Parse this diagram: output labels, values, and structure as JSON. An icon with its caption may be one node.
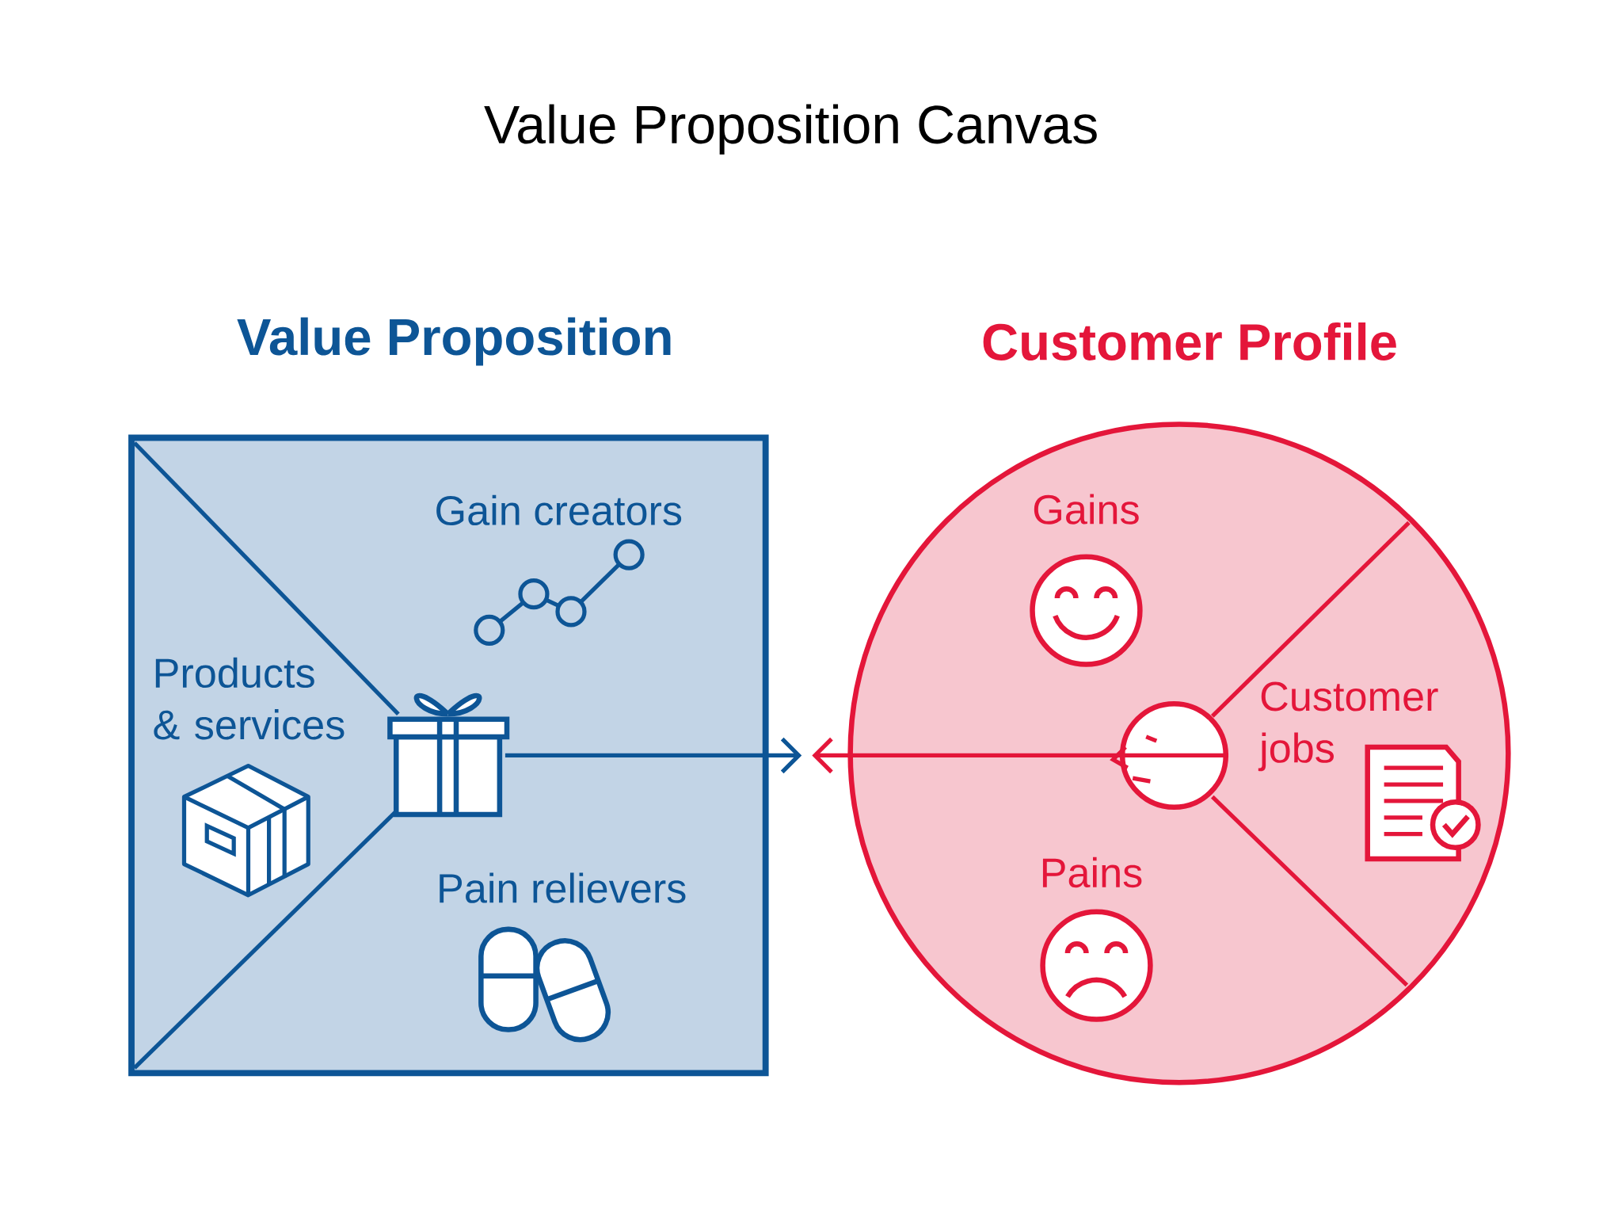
{
  "diagram": {
    "title": "Value Proposition Canvas",
    "nodes": [
      {
        "text": [
          "Value Proposition"
        ]
      },
      {
        "text": [
          "Gain creators"
        ],
        "in": 0
      },
      {
        "text": [
          "Products & services"
        ],
        "in": 0
      },
      {
        "text": [
          "Pain relievers"
        ],
        "in": 0
      },
      {
        "text": [],
        "shape": "box",
        "in": 0
      },
      {
        "text": [
          "Customer Profile"
        ]
      },
      {
        "text": [
          "Gains"
        ],
        "in": 5
      },
      {
        "text": [
          "Customer jobs"
        ],
        "in": 5
      },
      {
        "text": [
          "Pains"
        ],
        "in": 5
      },
      {
        "text": [],
        "shape": "person",
        "in": 5
      }
    ],
    "edges": [
      {
        "from": 4,
        "to": null,
        "arrow": "to",
        "color": "#0d5596"
      },
      {
        "from": 9,
        "to": null,
        "arrow": "to",
        "color": "#e4163a"
      }
    ]
  }
}
